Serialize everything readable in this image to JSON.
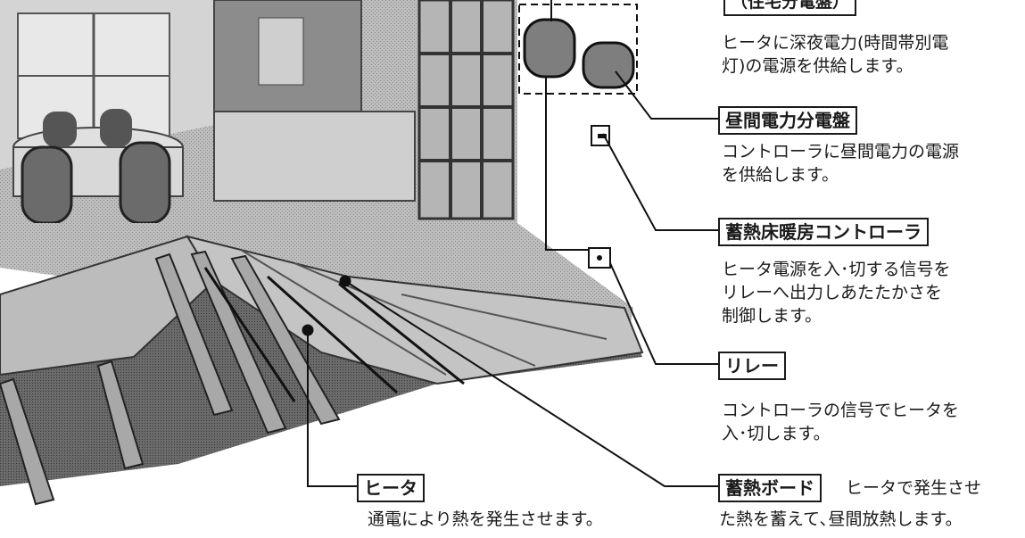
{
  "labels": {
    "main_panel_title": "（住宅分電盤）",
    "main_panel_desc_1": "ヒータに深夜電力(時間帯別電",
    "main_panel_desc_2": "灯)の電源を供給します。",
    "day_panel_title": "昼間電力分電盤",
    "day_panel_desc_1": "コントローラに昼間電力の電源",
    "day_panel_desc_2": "を供給します。",
    "controller_title": "蓄熱床暖房コントローラ",
    "controller_desc_1": "ヒータ電源を入･切する信号を",
    "controller_desc_2": "リレーへ出力しあたたかさを",
    "controller_desc_3": "制御します。",
    "relay_title": "リレー",
    "relay_desc_1": "コントローラの信号でヒータを",
    "relay_desc_2": "入･切します。",
    "heater_title": "ヒータ",
    "heater_desc": "通電により熱を発生させます。",
    "board_title": "蓄熱ボード",
    "board_desc_1": "ヒータで発生させ",
    "board_desc_2": "た熱を蓄えて､昼間放熱します。"
  },
  "colors": {
    "ink": "#1a1a1a",
    "wall": "#c8c8c8",
    "floor": "#9a9a9a",
    "board": "#b5b5b5",
    "dark": "#4a4a4a"
  }
}
